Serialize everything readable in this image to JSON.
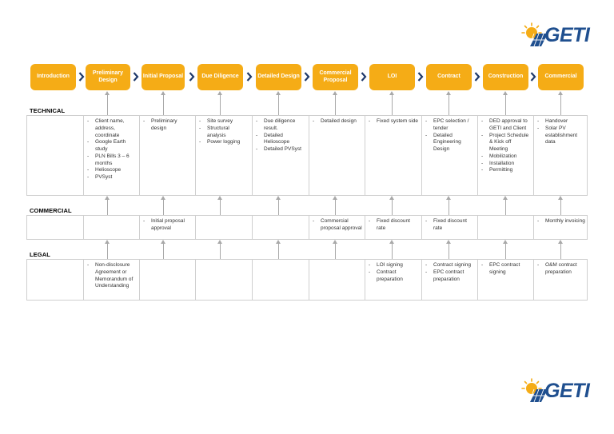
{
  "logo": {
    "text": "GETI"
  },
  "stages": [
    {
      "label": "Introduction"
    },
    {
      "label": "Preliminary Design"
    },
    {
      "label": "Initial Proposal"
    },
    {
      "label": "Due Diligence"
    },
    {
      "label": "Detailed Design"
    },
    {
      "label": "Commercial Proposal"
    },
    {
      "label": "LOI"
    },
    {
      "label": "Contract"
    },
    {
      "label": "Construction"
    },
    {
      "label": "Commercial"
    }
  ],
  "sections": {
    "technical": {
      "label": "TECHNICAL",
      "cells": [
        [],
        [
          "Client name, address, coordinate",
          "Google Earth study",
          "PLN Bills 3 – 6 months",
          "Helioscope",
          "PVSyst"
        ],
        [
          "Preliminary design"
        ],
        [
          "Site survey",
          "Structural analysis",
          "Power logging"
        ],
        [
          "Due diligence result.",
          "Detailed Helioscope",
          "Detailed PVSyst"
        ],
        [
          "Detailed design"
        ],
        [
          "Fixed system side"
        ],
        [
          "EPC selection / tender",
          "Detailed Engineering Design"
        ],
        [
          "DED approval to GETI and Client",
          "Project Schedule & Kick off Meeting",
          "Mobilization",
          "Installation",
          "Permitting"
        ],
        [
          "Handover",
          "Solar PV establishment data"
        ]
      ]
    },
    "commercial": {
      "label": "COMMERCIAL",
      "cells": [
        [],
        [],
        [
          "Initial proposal approval"
        ],
        [],
        [],
        [
          "Commercial proposal approval"
        ],
        [
          "Fixed discount rate"
        ],
        [
          "Fixed discount rate"
        ],
        [],
        [
          "Monthly invoicing"
        ]
      ]
    },
    "legal": {
      "label": "LEGAL",
      "cells": [
        [],
        [
          "Non-disclosure Agreement or Memorandum of Understanding"
        ],
        [],
        [],
        [],
        [],
        [
          "LOI signing",
          "Contract preparation"
        ],
        [
          "Contract signing",
          "EPC contract preparation"
        ],
        [
          "EPC contract signing"
        ],
        [
          "O&M contract preparation"
        ]
      ]
    }
  }
}
